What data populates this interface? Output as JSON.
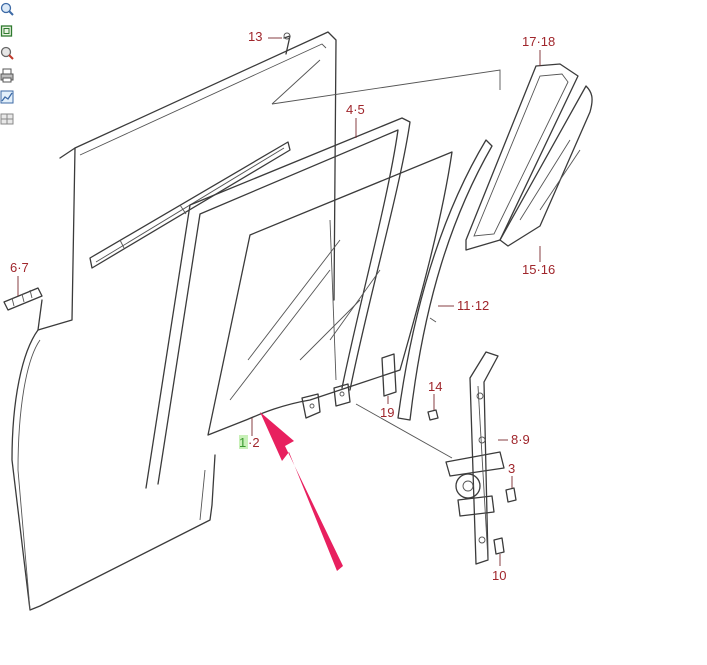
{
  "toolbar": {
    "icons": [
      "zoom-in-icon",
      "fit-window-icon",
      "zoom-out-icon",
      "print-icon",
      "chart-icon",
      "grid-icon"
    ]
  },
  "callouts": {
    "c13": "13",
    "c17_18": "17·18",
    "c4_5": "4·5",
    "c6_7": "6·7",
    "c15_16": "15·16",
    "c11_12": "11·12",
    "c14": "14",
    "c19": "19",
    "c1": "1",
    "c2": "·2",
    "c8_9": "8·9",
    "c3": "3",
    "c10": "10"
  },
  "colors": {
    "callout": "#a0262c",
    "highlight": "#3a9a2f",
    "arrow": "#e8205f",
    "line": "#3b3b3b"
  }
}
